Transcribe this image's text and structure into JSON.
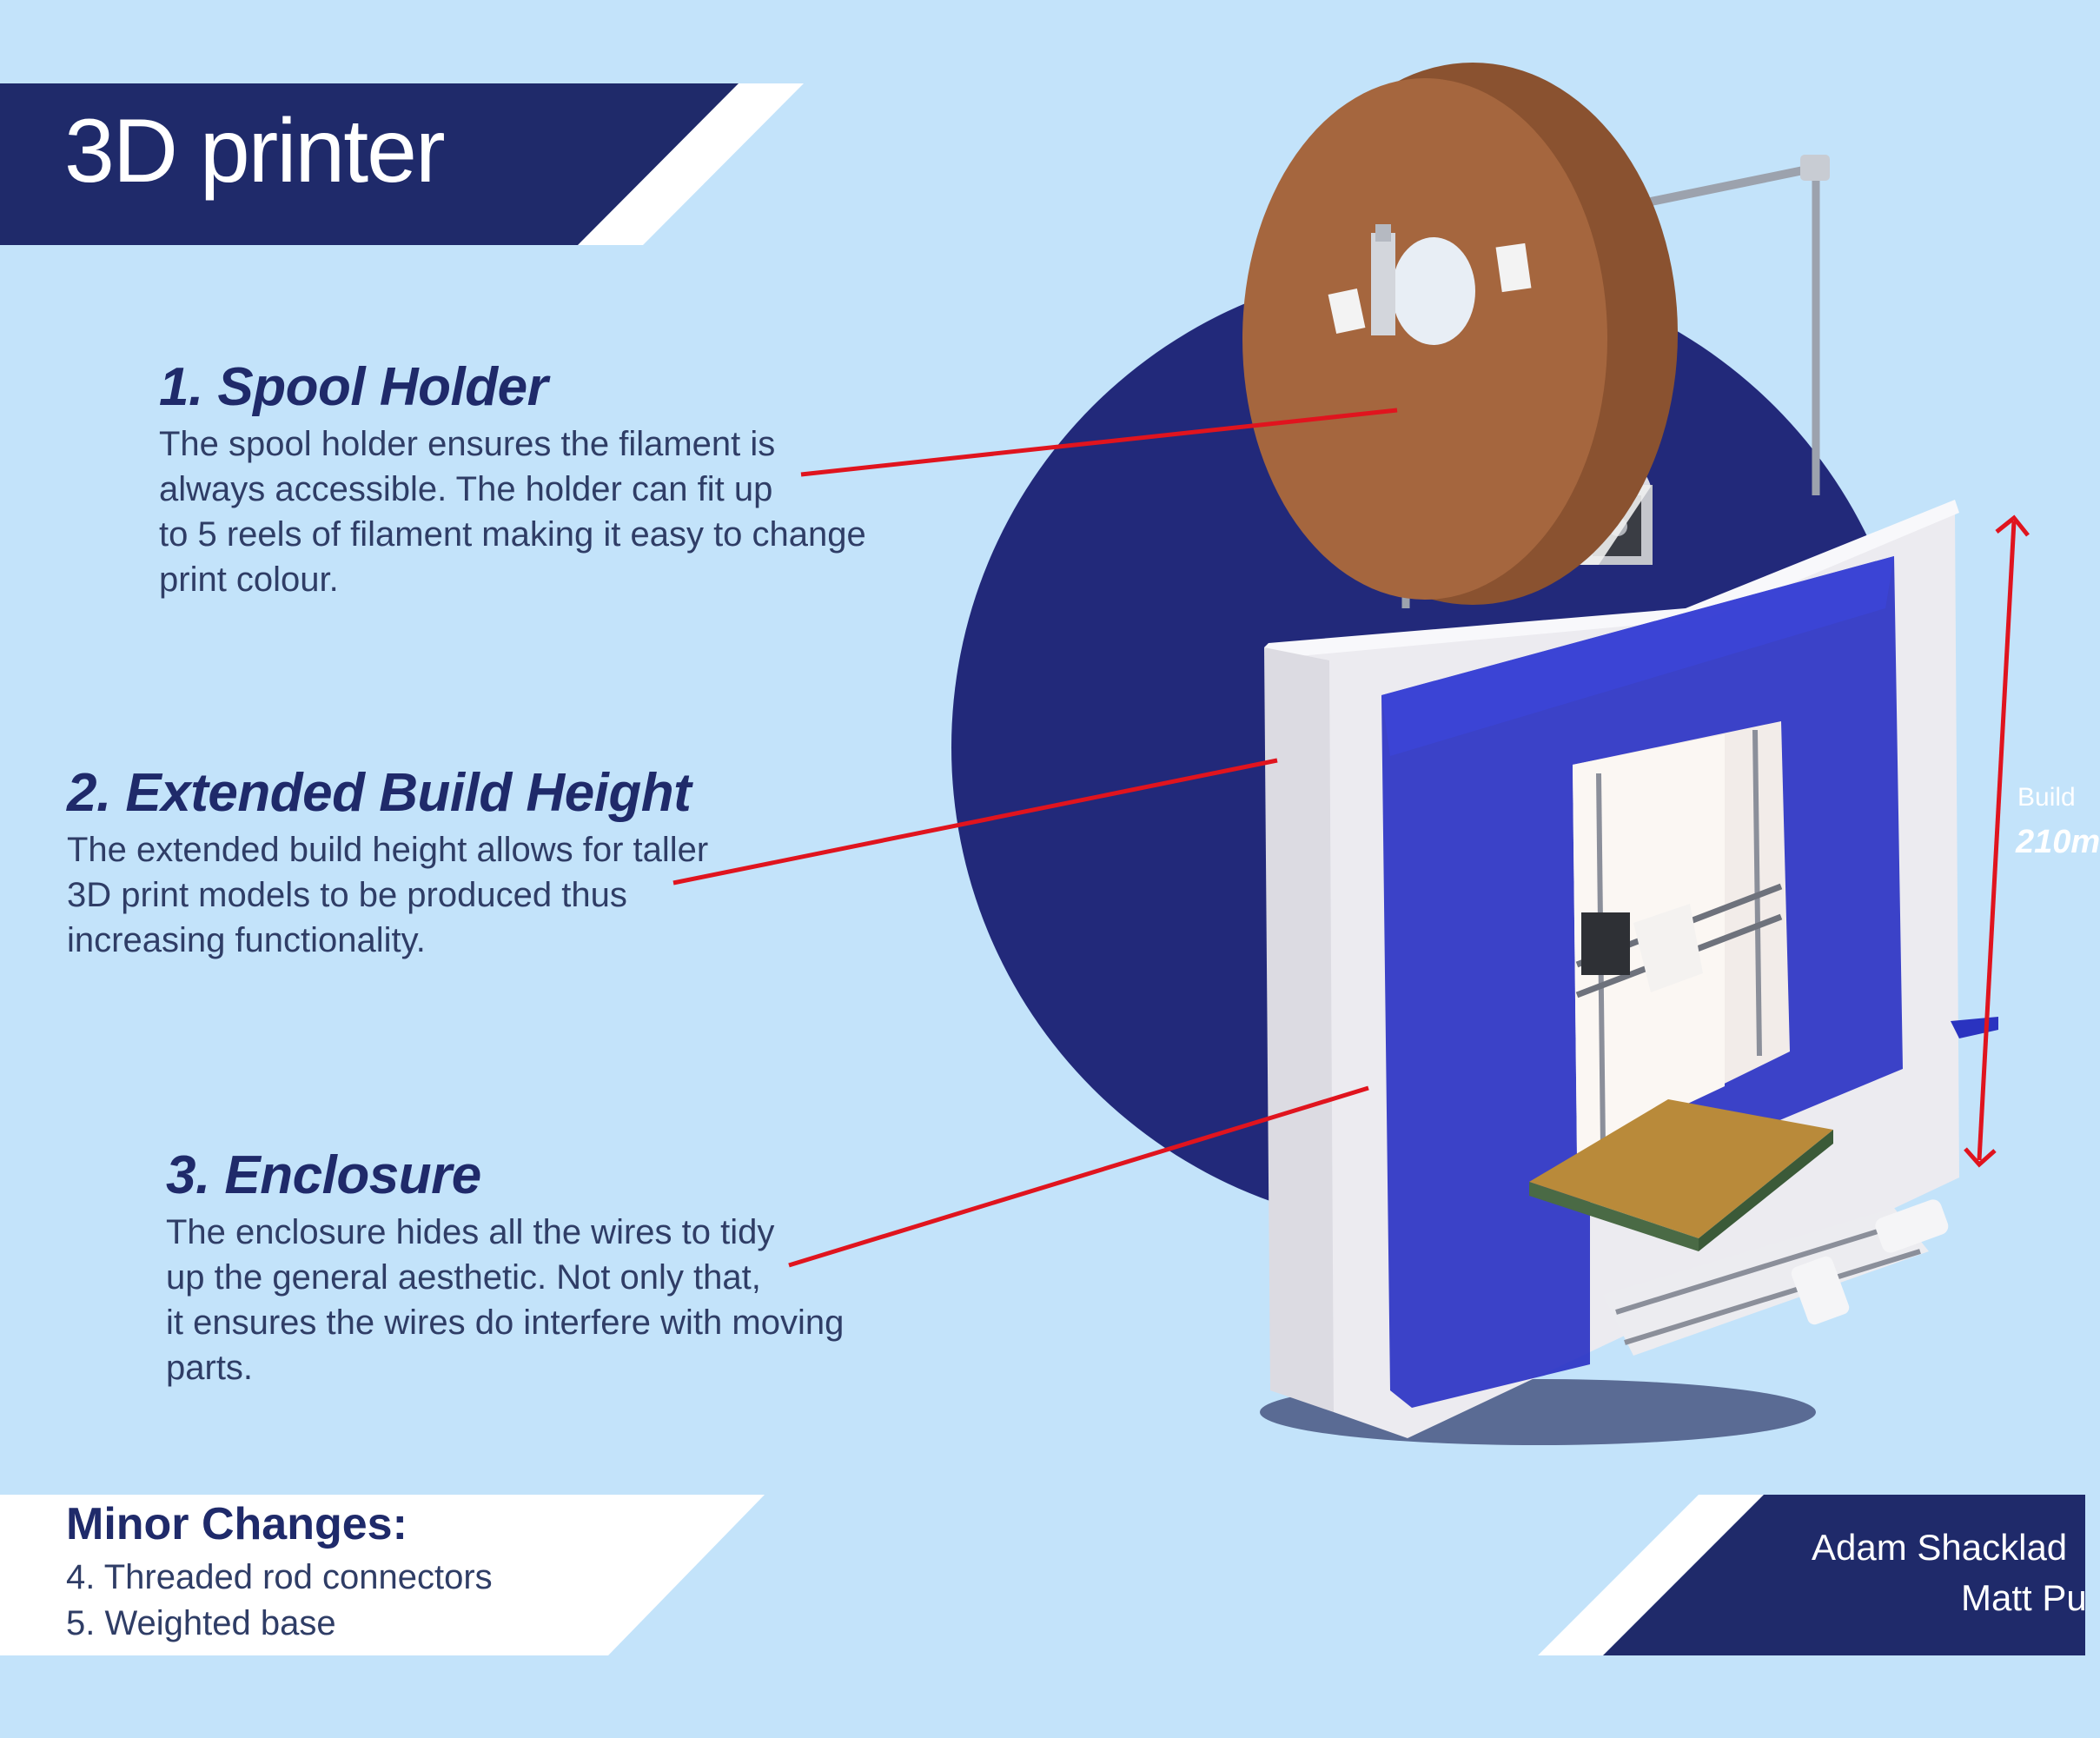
{
  "header": {
    "title": "3D printer"
  },
  "features": [
    {
      "heading": "1. Spool Holder",
      "lines": [
        "The spool holder ensures the filament is",
        "always accessible. The holder can fit up",
        "to 5 reels of filament making it easy to change",
        "print colour."
      ]
    },
    {
      "heading": "2. Extended Build Height",
      "lines": [
        "The extended build height allows for taller",
        "3D print models to be produced thus",
        "increasing functionality."
      ]
    },
    {
      "heading": "3. Enclosure",
      "lines": [
        "The enclosure hides all the wires to tidy",
        "up the general aesthetic. Not only that,",
        "it ensures the wires do interfere with moving",
        "parts."
      ]
    }
  ],
  "minor_changes": {
    "heading": "Minor Changes:",
    "items": [
      "4. Threaded rod connectors",
      "5. Weighted base"
    ]
  },
  "build_dimension": {
    "label": "Build",
    "value": "210m"
  },
  "credits": [
    "Adam Shacklad",
    "Matt Pu"
  ],
  "colors": {
    "background": "#c3e3fa",
    "navy": "#1f2a6a",
    "circle": "#22297a",
    "callout_line": "#e0141e",
    "white": "#ffffff"
  }
}
